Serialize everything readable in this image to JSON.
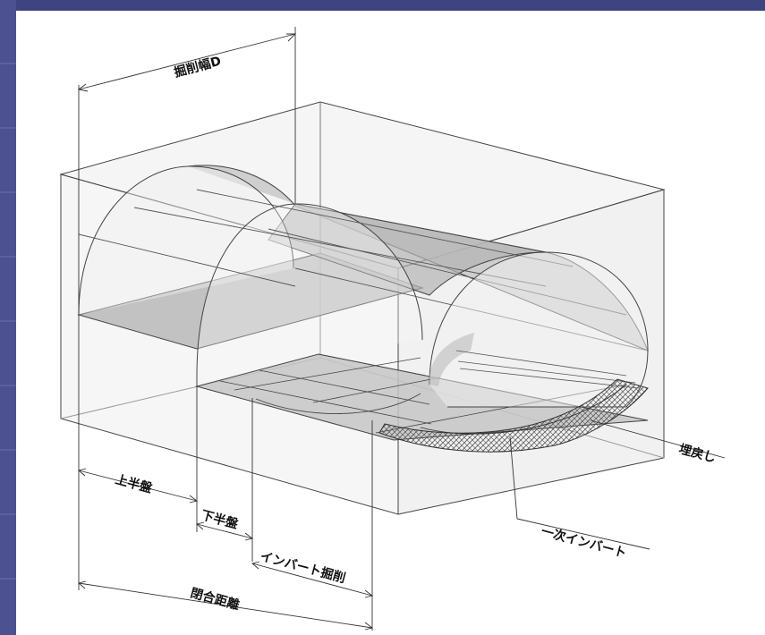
{
  "labels": {
    "excavation_width": "掘削幅D",
    "upper_bench": "上半盤",
    "lower_bench": "下半盤",
    "invert_excavation": "インバート掘削",
    "closure_distance": "閉合距離",
    "backfill": "埋戻し",
    "primary_invert": "一次インバート"
  },
  "colors": {
    "box_face": "#ececec",
    "box_top": "#e2e2e2",
    "surface": "#b8b8b8",
    "inner_floor": "#cfcfcf",
    "line": "#333333",
    "hatch": "#555555"
  }
}
